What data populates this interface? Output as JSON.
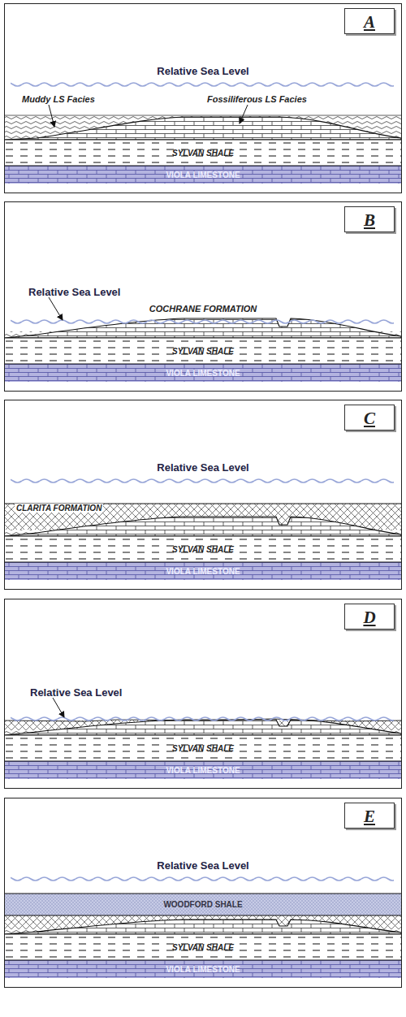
{
  "diagram": {
    "nodes": [
      {
        "text": [
          "A"
        ]
      },
      {
        "text": [
          "SYLVAN SHALE"
        ],
        "in": 0
      },
      {
        "text": [
          "VIOLA LIMESTONE"
        ],
        "in": 0
      },
      {
        "text": [
          "B"
        ]
      },
      {
        "text": [
          "SYLVAN SHALE"
        ],
        "in": 3
      },
      {
        "text": [
          "VIOLA LIMESTONE"
        ],
        "in": 3
      },
      {
        "text": [
          "C"
        ]
      },
      {
        "text": [
          "CLARITA FORMATION"
        ],
        "in": 6
      },
      {
        "text": [
          "SYLVAN SHALE"
        ],
        "in": 6
      },
      {
        "text": [
          "VIOLA LIMESTONE"
        ],
        "in": 6
      },
      {
        "text": [
          "D"
        ]
      },
      {
        "text": [
          "SYLVAN SHALE"
        ],
        "in": 10
      },
      {
        "text": [
          "VIOLA LIMESTONE"
        ],
        "in": 10
      },
      {
        "text": [
          "E"
        ]
      },
      {
        "text": [
          "WOODFORD SHALE"
        ],
        "in": 13
      },
      {
        "text": [
          "SYLVAN SHALE"
        ],
        "in": 13
      },
      {
        "text": [
          "VIOLA LIMESTONE"
        ],
        "in": 13
      }
    ],
    "labels": [
      "Relative Sea Level",
      "Muddy LS Facies",
      "Fossiliferous LS Facies",
      "Relative Sea Level",
      "COCHRANE FORMATION",
      "Relative Sea Level",
      "Relative Sea Level",
      "Relative Sea Level"
    ]
  }
}
